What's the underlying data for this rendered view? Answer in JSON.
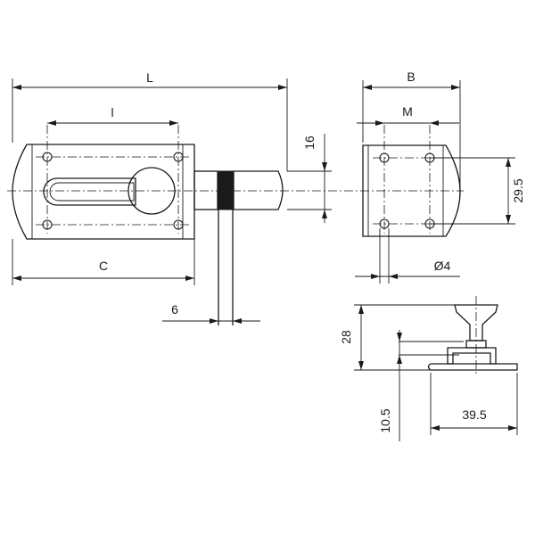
{
  "drawing": {
    "title": "",
    "dimensions": {
      "L": "L",
      "l": "l",
      "C": "C",
      "B": "B",
      "M": "M",
      "d16": "16",
      "d29_5": "29.5",
      "d6": "6",
      "d4": "Ø4",
      "d28": "28",
      "d10_5": "10.5",
      "d39_5": "39.5"
    }
  }
}
